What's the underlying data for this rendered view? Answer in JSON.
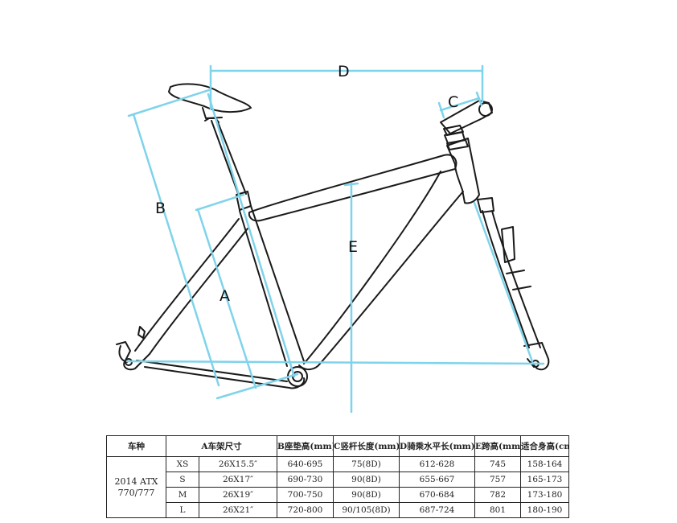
{
  "diagram": {
    "dimension_labels": {
      "a": "A",
      "b": "B",
      "c": "C",
      "d": "D",
      "e": "E"
    },
    "colors": {
      "dimension_line": "#7fd3ea",
      "frame_line": "#1a1a1a"
    }
  },
  "table": {
    "headers": [
      "车种",
      "A车架尺寸",
      "B座垫高(mm)",
      "C竖杆长度(mm)",
      "D骑乘水平长(mm)",
      "E跨高(mm)",
      "适合身高(cm)"
    ],
    "model": [
      "2014 ATX",
      "770/777"
    ],
    "rows": [
      {
        "size": "XS",
        "frame": "26X15.5″",
        "b": "640-695",
        "c": "75(8D)",
        "d": "612-628",
        "e": "745",
        "height": "158-164"
      },
      {
        "size": "S",
        "frame": "26X17″",
        "b": "690-730",
        "c": "90(8D)",
        "d": "655-667",
        "e": "757",
        "height": "165-173"
      },
      {
        "size": "M",
        "frame": "26X19″",
        "b": "700-750",
        "c": "90(8D)",
        "d": "670-684",
        "e": "782",
        "height": "173-180"
      },
      {
        "size": "L",
        "frame": "26X21″",
        "b": "720-800",
        "c": "90/105(8D)",
        "d": "687-724",
        "e": "801",
        "height": "180-190"
      }
    ]
  }
}
